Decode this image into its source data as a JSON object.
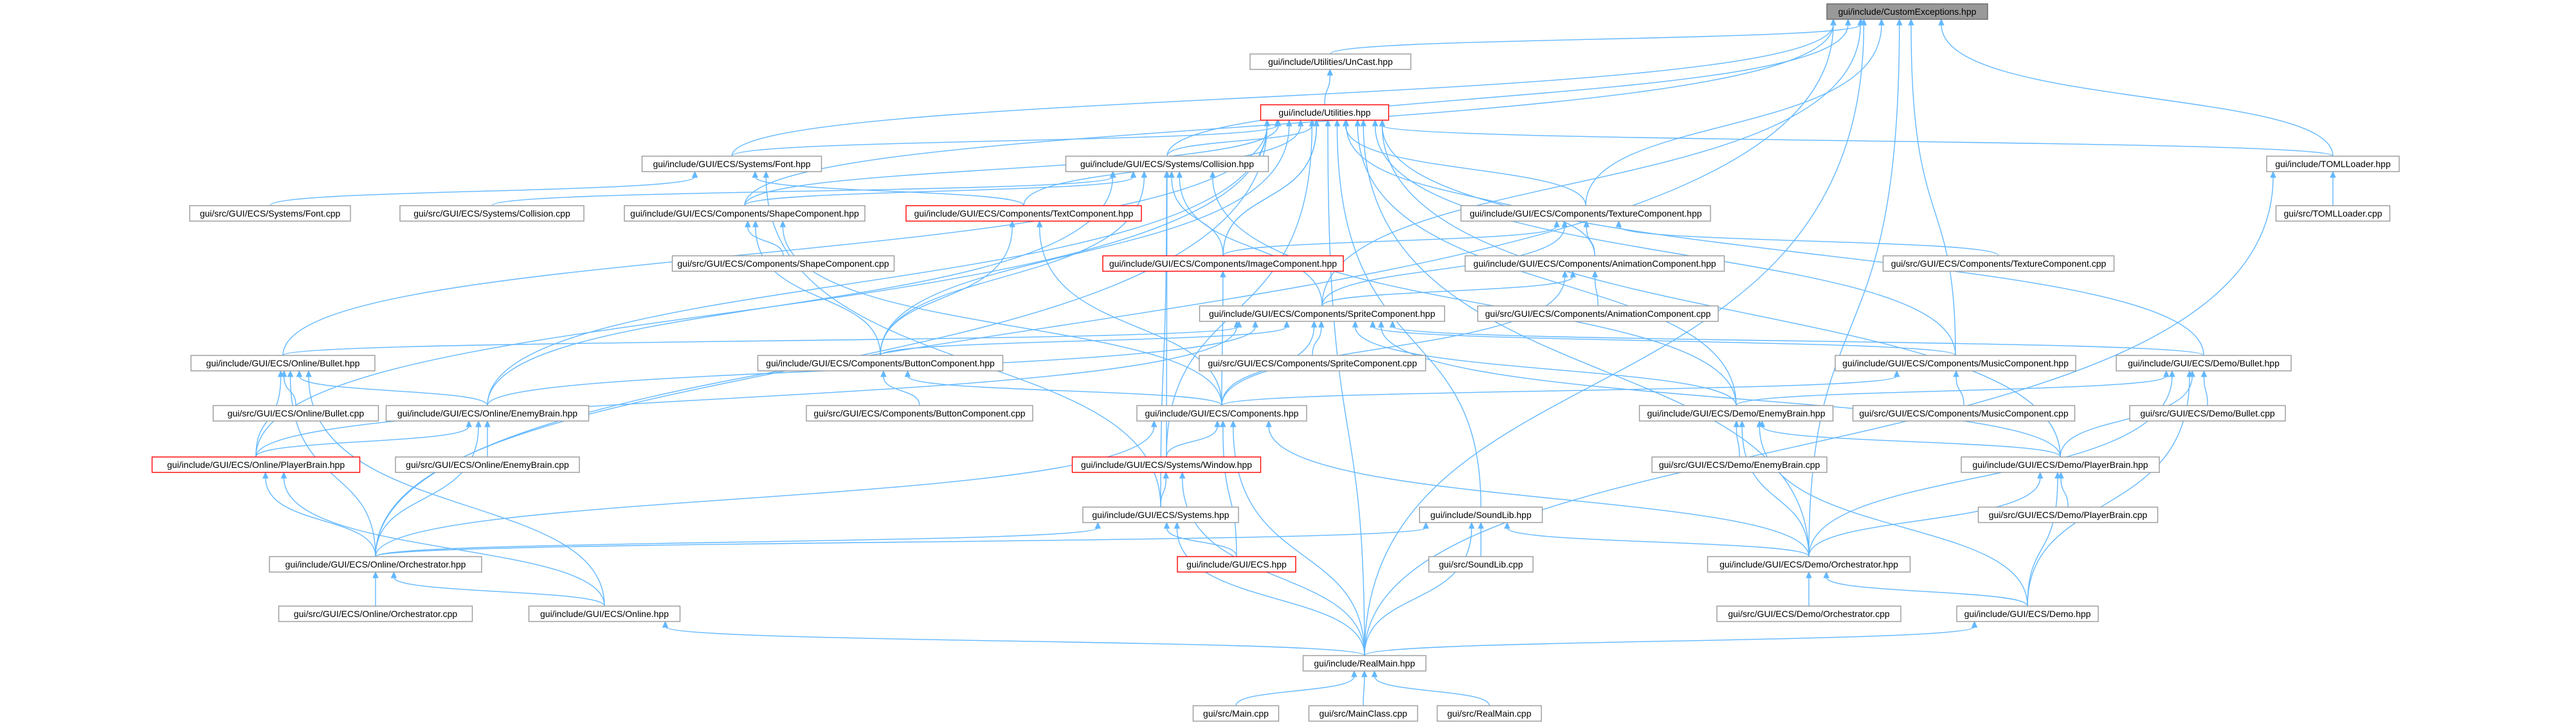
{
  "colors": {
    "edge": "#63b8ff",
    "node_border": "#999999",
    "root_fill": "#999999",
    "highlight_border": "#ff0000"
  },
  "nodes": [
    {
      "id": "root",
      "label": "gui/include/CustomExceptions.hpp",
      "style": "root"
    },
    {
      "id": "unicast",
      "label": "gui/include/Utilities/UnCast.hpp"
    },
    {
      "id": "utilities",
      "label": "gui/include/Utilities.hpp",
      "style": "bad"
    },
    {
      "id": "font_hpp",
      "label": "gui/include/GUI/ECS/Systems/Font.hpp"
    },
    {
      "id": "collision_hpp",
      "label": "gui/include/GUI/ECS/Systems/Collision.hpp"
    },
    {
      "id": "tomlloader_hpp",
      "label": "gui/include/TOMLLoader.hpp"
    },
    {
      "id": "font_cpp",
      "label": "gui/src/GUI/ECS/Systems/Font.cpp"
    },
    {
      "id": "collision_cpp",
      "label": "gui/src/GUI/ECS/Systems/Collision.cpp"
    },
    {
      "id": "shape_hpp",
      "label": "gui/include/GUI/ECS/Components/ShapeComponent.hpp"
    },
    {
      "id": "text_hpp",
      "label": "gui/include/GUI/ECS/Components/TextComponent.hpp",
      "style": "bad"
    },
    {
      "id": "texture_hpp",
      "label": "gui/include/GUI/ECS/Components/TextureComponent.hpp"
    },
    {
      "id": "tomlloader_cpp",
      "label": "gui/src/TOMLLoader.cpp"
    },
    {
      "id": "shape_cpp",
      "label": "gui/src/GUI/ECS/Components/ShapeComponent.cpp"
    },
    {
      "id": "image_hpp",
      "label": "gui/include/GUI/ECS/Components/ImageComponent.hpp",
      "style": "bad"
    },
    {
      "id": "animation_hpp",
      "label": "gui/include/GUI/ECS/Components/AnimationComponent.hpp"
    },
    {
      "id": "texture_cpp",
      "label": "gui/src/GUI/ECS/Components/TextureComponent.cpp"
    },
    {
      "id": "animation_cpp",
      "label": "gui/src/GUI/ECS/Components/AnimationComponent.cpp"
    },
    {
      "id": "sprite_hpp",
      "label": "gui/include/GUI/ECS/Components/SpriteComponent.hpp"
    },
    {
      "id": "onl_bullet_hpp",
      "label": "gui/include/GUI/ECS/Online/Bullet.hpp"
    },
    {
      "id": "button_hpp",
      "label": "gui/include/GUI/ECS/Components/ButtonComponent.hpp"
    },
    {
      "id": "sprite_cpp",
      "label": "gui/src/GUI/ECS/Components/SpriteComponent.cpp"
    },
    {
      "id": "music_hpp",
      "label": "gui/include/GUI/ECS/Components/MusicComponent.hpp"
    },
    {
      "id": "demo_bullet_hpp",
      "label": "gui/include/GUI/ECS/Demo/Bullet.hpp"
    },
    {
      "id": "onl_bullet_cpp",
      "label": "gui/src/GUI/ECS/Online/Bullet.cpp"
    },
    {
      "id": "onl_enemy_hpp",
      "label": "gui/include/GUI/ECS/Online/EnemyBrain.hpp"
    },
    {
      "id": "button_cpp",
      "label": "gui/src/GUI/ECS/Components/ButtonComponent.cpp"
    },
    {
      "id": "components_hpp",
      "label": "gui/include/GUI/ECS/Components.hpp"
    },
    {
      "id": "demo_enemy_hpp",
      "label": "gui/include/GUI/ECS/Demo/EnemyBrain.hpp"
    },
    {
      "id": "music_cpp",
      "label": "gui/src/GUI/ECS/Components/MusicComponent.cpp"
    },
    {
      "id": "demo_bullet_cpp",
      "label": "gui/src/GUI/ECS/Demo/Bullet.cpp"
    },
    {
      "id": "onl_player_hpp",
      "label": "gui/include/GUI/ECS/Online/PlayerBrain.hpp",
      "style": "bad"
    },
    {
      "id": "onl_enemy_cpp",
      "label": "gui/src/GUI/ECS/Online/EnemyBrain.cpp"
    },
    {
      "id": "window_hpp",
      "label": "gui/include/GUI/ECS/Systems/Window.hpp",
      "style": "bad"
    },
    {
      "id": "demo_enemy_cpp",
      "label": "gui/src/GUI/ECS/Demo/EnemyBrain.cpp"
    },
    {
      "id": "demo_player_hpp",
      "label": "gui/include/GUI/ECS/Demo/PlayerBrain.hpp"
    },
    {
      "id": "systems_hpp",
      "label": "gui/include/GUI/ECS/Systems.hpp"
    },
    {
      "id": "soundlib_hpp",
      "label": "gui/include/SoundLib.hpp"
    },
    {
      "id": "demo_player_cpp",
      "label": "gui/src/GUI/ECS/Demo/PlayerBrain.cpp"
    },
    {
      "id": "onl_orch_hpp",
      "label": "gui/include/GUI/ECS/Online/Orchestrator.hpp"
    },
    {
      "id": "ecs_hpp",
      "label": "gui/include/GUI/ECS.hpp",
      "style": "bad"
    },
    {
      "id": "soundlib_cpp",
      "label": "gui/src/SoundLib.cpp"
    },
    {
      "id": "demo_orch_hpp",
      "label": "gui/include/GUI/ECS/Demo/Orchestrator.hpp"
    },
    {
      "id": "onl_orch_cpp",
      "label": "gui/src/GUI/ECS/Online/Orchestrator.cpp"
    },
    {
      "id": "online_hpp",
      "label": "gui/include/GUI/ECS/Online.hpp"
    },
    {
      "id": "demo_orch_cpp",
      "label": "gui/src/GUI/ECS/Demo/Orchestrator.cpp"
    },
    {
      "id": "demo_hpp",
      "label": "gui/include/GUI/ECS/Demo.hpp"
    },
    {
      "id": "realmain_hpp",
      "label": "gui/include/RealMain.hpp"
    },
    {
      "id": "main_cpp",
      "label": "gui/src/Main.cpp"
    },
    {
      "id": "mainclass_cpp",
      "label": "gui/src/MainClass.cpp"
    },
    {
      "id": "realmain_cpp",
      "label": "gui/src/RealMain.cpp"
    }
  ],
  "edges": [
    [
      "unicast",
      "root"
    ],
    [
      "utilities",
      "unicast"
    ],
    [
      "font_hpp",
      "root"
    ],
    [
      "collision_hpp",
      "root"
    ],
    [
      "tomlloader_hpp",
      "root"
    ],
    [
      "font_hpp",
      "utilities"
    ],
    [
      "collision_hpp",
      "utilities"
    ],
    [
      "tomlloader_hpp",
      "utilities"
    ],
    [
      "font_cpp",
      "font_hpp"
    ],
    [
      "text_hpp",
      "font_hpp"
    ],
    [
      "collision_cpp",
      "collision_hpp"
    ],
    [
      "shape_hpp",
      "collision_hpp"
    ],
    [
      "image_hpp",
      "collision_hpp"
    ],
    [
      "button_hpp",
      "collision_hpp"
    ],
    [
      "sprite_hpp",
      "collision_hpp"
    ],
    [
      "window_hpp",
      "collision_hpp"
    ],
    [
      "systems_hpp",
      "collision_hpp"
    ],
    [
      "onl_enemy_hpp",
      "collision_hpp"
    ],
    [
      "demo_enemy_hpp",
      "collision_hpp"
    ],
    [
      "tomlloader_cpp",
      "tomlloader_hpp"
    ],
    [
      "realmain_hpp",
      "tomlloader_hpp"
    ],
    [
      "shape_cpp",
      "shape_hpp"
    ],
    [
      "button_hpp",
      "shape_hpp"
    ],
    [
      "components_hpp",
      "shape_hpp"
    ],
    [
      "button_hpp",
      "text_hpp"
    ],
    [
      "components_hpp",
      "text_hpp"
    ],
    [
      "image_hpp",
      "texture_hpp"
    ],
    [
      "animation_hpp",
      "texture_hpp"
    ],
    [
      "texture_cpp",
      "texture_hpp"
    ],
    [
      "sprite_hpp",
      "texture_hpp"
    ],
    [
      "texture_hpp",
      "root"
    ],
    [
      "texture_hpp",
      "utilities"
    ],
    [
      "components_hpp",
      "image_hpp"
    ],
    [
      "animation_cpp",
      "animation_hpp"
    ],
    [
      "sprite_hpp",
      "animation_hpp"
    ],
    [
      "components_hpp",
      "animation_hpp"
    ],
    [
      "sprite_cpp",
      "sprite_hpp"
    ],
    [
      "button_hpp",
      "sprite_hpp"
    ],
    [
      "onl_bullet_hpp",
      "sprite_hpp"
    ],
    [
      "music_hpp",
      "sprite_hpp"
    ],
    [
      "demo_bullet_hpp",
      "sprite_hpp"
    ],
    [
      "components_hpp",
      "sprite_hpp"
    ],
    [
      "onl_enemy_hpp",
      "sprite_hpp"
    ],
    [
      "onl_player_hpp",
      "sprite_hpp"
    ],
    [
      "demo_player_hpp",
      "sprite_hpp"
    ],
    [
      "demo_enemy_hpp",
      "sprite_hpp"
    ],
    [
      "onl_bullet_cpp",
      "onl_bullet_hpp"
    ],
    [
      "onl_enemy_hpp",
      "onl_bullet_hpp"
    ],
    [
      "onl_orch_hpp",
      "onl_bullet_hpp"
    ],
    [
      "online_hpp",
      "onl_bullet_hpp"
    ],
    [
      "onl_player_hpp",
      "onl_bullet_hpp"
    ],
    [
      "button_cpp",
      "button_hpp"
    ],
    [
      "components_hpp",
      "button_hpp"
    ],
    [
      "music_cpp",
      "music_hpp"
    ],
    [
      "components_hpp",
      "music_hpp"
    ],
    [
      "music_hpp",
      "root"
    ],
    [
      "demo_bullet_cpp",
      "demo_bullet_hpp"
    ],
    [
      "demo_enemy_hpp",
      "demo_bullet_hpp"
    ],
    [
      "demo_player_hpp",
      "demo_bullet_hpp"
    ],
    [
      "demo_orch_hpp",
      "demo_bullet_hpp"
    ],
    [
      "demo_hpp",
      "demo_bullet_hpp"
    ],
    [
      "onl_enemy_cpp",
      "onl_enemy_hpp"
    ],
    [
      "onl_player_hpp",
      "onl_enemy_hpp"
    ],
    [
      "onl_orch_hpp",
      "onl_enemy_hpp"
    ],
    [
      "window_hpp",
      "components_hpp"
    ],
    [
      "onl_orch_hpp",
      "components_hpp"
    ],
    [
      "demo_orch_hpp",
      "components_hpp"
    ],
    [
      "ecs_hpp",
      "components_hpp"
    ],
    [
      "realmain_hpp",
      "components_hpp"
    ],
    [
      "demo_enemy_cpp",
      "demo_enemy_hpp"
    ],
    [
      "demo_player_hpp",
      "demo_enemy_hpp"
    ],
    [
      "demo_orch_hpp",
      "demo_enemy_hpp"
    ],
    [
      "demo_hpp",
      "demo_enemy_hpp"
    ],
    [
      "onl_orch_hpp",
      "onl_player_hpp"
    ],
    [
      "online_hpp",
      "onl_player_hpp"
    ],
    [
      "systems_hpp",
      "window_hpp"
    ],
    [
      "realmain_hpp",
      "window_hpp"
    ],
    [
      "demo_player_cpp",
      "demo_player_hpp"
    ],
    [
      "demo_orch_hpp",
      "demo_player_hpp"
    ],
    [
      "demo_hpp",
      "demo_player_hpp"
    ],
    [
      "ecs_hpp",
      "systems_hpp"
    ],
    [
      "onl_orch_hpp",
      "systems_hpp"
    ],
    [
      "realmain_hpp",
      "systems_hpp"
    ],
    [
      "soundlib_cpp",
      "soundlib_hpp"
    ],
    [
      "onl_orch_hpp",
      "soundlib_hpp"
    ],
    [
      "demo_orch_hpp",
      "soundlib_hpp"
    ],
    [
      "realmain_hpp",
      "soundlib_hpp"
    ],
    [
      "onl_orch_cpp",
      "onl_orch_hpp"
    ],
    [
      "online_hpp",
      "onl_orch_hpp"
    ],
    [
      "onl_orch_hpp",
      "root"
    ],
    [
      "demo_orch_hpp",
      "root"
    ],
    [
      "demo_orch_cpp",
      "demo_orch_hpp"
    ],
    [
      "demo_hpp",
      "demo_orch_hpp"
    ],
    [
      "realmain_hpp",
      "online_hpp"
    ],
    [
      "realmain_hpp",
      "demo_hpp"
    ],
    [
      "main_cpp",
      "realmain_hpp"
    ],
    [
      "mainclass_cpp",
      "realmain_hpp"
    ],
    [
      "realmain_cpp",
      "realmain_hpp"
    ],
    [
      "realmain_hpp",
      "root"
    ],
    [
      "realmain_hpp",
      "utilities"
    ],
    [
      "onl_bullet_hpp",
      "utilities"
    ],
    [
      "onl_player_hpp",
      "utilities"
    ],
    [
      "onl_orch_hpp",
      "utilities"
    ],
    [
      "demo_bullet_hpp",
      "utilities"
    ],
    [
      "music_hpp",
      "utilities"
    ],
    [
      "demo_player_hpp",
      "utilities"
    ],
    [
      "demo_orch_hpp",
      "utilities"
    ],
    [
      "image_hpp",
      "utilities"
    ],
    [
      "animation_hpp",
      "utilities"
    ],
    [
      "text_hpp",
      "utilities"
    ],
    [
      "shape_hpp",
      "utilities"
    ],
    [
      "button_hpp",
      "utilities"
    ],
    [
      "window_hpp",
      "utilities"
    ],
    [
      "soundlib_hpp",
      "utilities"
    ],
    [
      "demo_enemy_hpp",
      "utilities"
    ],
    [
      "shape_hpp",
      "root"
    ],
    [
      "sprite_hpp",
      "root"
    ],
    [
      "onl_enemy_hpp",
      "utilities"
    ],
    [
      "systems_hpp",
      "font_hpp"
    ],
    [
      "image_hpp",
      "utilities"
    ]
  ]
}
